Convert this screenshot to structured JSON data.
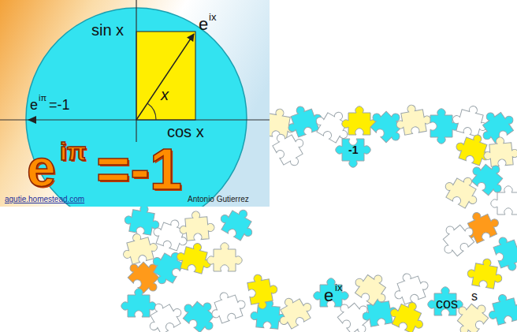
{
  "diagram": {
    "labels": [
      "sin x",
      "e",
      "ix",
      "x",
      "cos x",
      "e",
      "iπ",
      "=-1",
      "e",
      "iπ",
      "=-1",
      "agutie.homestead.com",
      "Antonio Gutierrez",
      "-1",
      "e",
      "ix",
      "cos",
      "s"
    ]
  }
}
